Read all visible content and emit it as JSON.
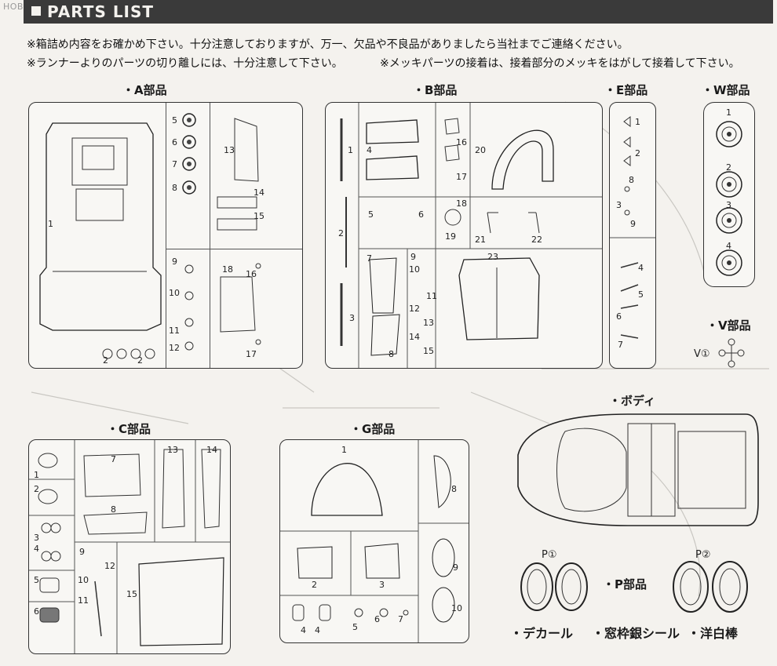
{
  "watermark": "HOBBY SEARCH",
  "header": {
    "title": "PARTS LIST"
  },
  "notes": [
    "※箱詰め内容をお確かめ下さい。十分注意しておりますが、万一、欠品や不良品がありましたら当社までご連絡ください。",
    "※ランナーよりのパーツの切り離しには、十分注意して下さい。",
    "※メッキパーツの接着は、接着部分のメッキをはがして接着して下さい。"
  ],
  "sections": {
    "a": "・A部品",
    "b": "・B部品",
    "e": "・E部品",
    "w": "・W部品",
    "v": "・V部品",
    "c": "・C部品",
    "g": "・G部品",
    "body": "・ボディ",
    "p": "・P部品"
  },
  "labels": {
    "v1": "V①",
    "p1": "P①",
    "p2": "P②"
  },
  "bottom_items": [
    "・デカール",
    "・窓枠銀シール",
    "・洋白棒"
  ],
  "part_numbers": {
    "a": [
      "1",
      "2",
      "2",
      "5",
      "6",
      "7",
      "8",
      "13",
      "14",
      "15",
      "9",
      "10",
      "11",
      "12",
      "18",
      "16",
      "17"
    ],
    "b": [
      "1",
      "2",
      "3",
      "4",
      "16",
      "17",
      "18",
      "20",
      "5",
      "6",
      "19",
      "21",
      "22",
      "7",
      "8",
      "9",
      "10",
      "11",
      "12",
      "13",
      "14",
      "15",
      "23"
    ],
    "e": [
      "1",
      "2",
      "8",
      "3",
      "9",
      "4",
      "5",
      "6",
      "7"
    ],
    "w": [
      "1",
      "2",
      "3",
      "4"
    ],
    "c": [
      "1",
      "2",
      "3",
      "4",
      "5",
      "6",
      "7",
      "8",
      "13",
      "14",
      "9",
      "10",
      "11",
      "12",
      "15"
    ],
    "g": [
      "1",
      "8",
      "2",
      "3",
      "9",
      "10",
      "4",
      "4",
      "5",
      "6",
      "7"
    ]
  }
}
